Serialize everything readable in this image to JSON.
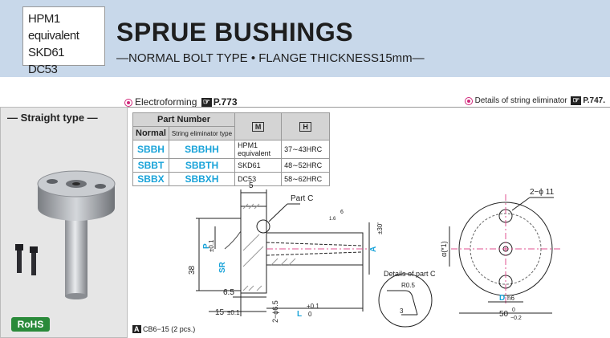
{
  "materials": [
    "HPM1 equivalent",
    "SKD61",
    "DC53"
  ],
  "title": "SPRUE BUSHINGS",
  "subtitle": "—NORMAL BOLT TYPE • FLANGE THICKNESS15mm—",
  "refs": {
    "left_label": "Electroforming",
    "left_page": "P.773",
    "right_label": "Details of string eliminator",
    "right_page": "P.747."
  },
  "panel_title": "— Straight type —",
  "rohs": "RoHS",
  "table": {
    "header_part_number": "Part Number",
    "header_normal": "Normal",
    "header_string": "String eliminator type",
    "header_m": "M",
    "header_h": "H",
    "rows": [
      {
        "normal": "SBBH",
        "string": "SBBHH",
        "material": "HPM1 equivalent",
        "hardness": "37∼43HRC"
      },
      {
        "normal": "SBBT",
        "string": "SBBTH",
        "material": "SKD61",
        "hardness": "48∼52HRC"
      },
      {
        "normal": "SBBX",
        "string": "SBBXH",
        "material": "DC53",
        "hardness": "58∼62HRC"
      }
    ]
  },
  "drawing": {
    "dim_5": "5",
    "part_c": "Part C",
    "dim_38": "38",
    "p_tol": "P",
    "p_tol_val": "±0.1",
    "sr": "SR",
    "a_label": "A",
    "a_tol": "±30'",
    "dim_65": "6.5",
    "dim_15": "15",
    "tol_01": "±0.1",
    "l_label": "L",
    "l_tol_top": "+0.1",
    "l_tol_bot": "0",
    "phi65": "2−ϕ6.5",
    "details_c": "Details of part C",
    "r05": "R0.5",
    "dim_3": "3",
    "phi11": "2−ϕ 11",
    "alpha": "α(*1)",
    "d_label": "D",
    "h6": "h6",
    "dim_50": "50",
    "tol_50_top": "0",
    "tol_50_bot": "−0.2",
    "rough_6": "6",
    "rough_16": "1.6"
  },
  "note_a_letter": "A",
  "note_a_text": "CB6−15 (2 pcs.)"
}
